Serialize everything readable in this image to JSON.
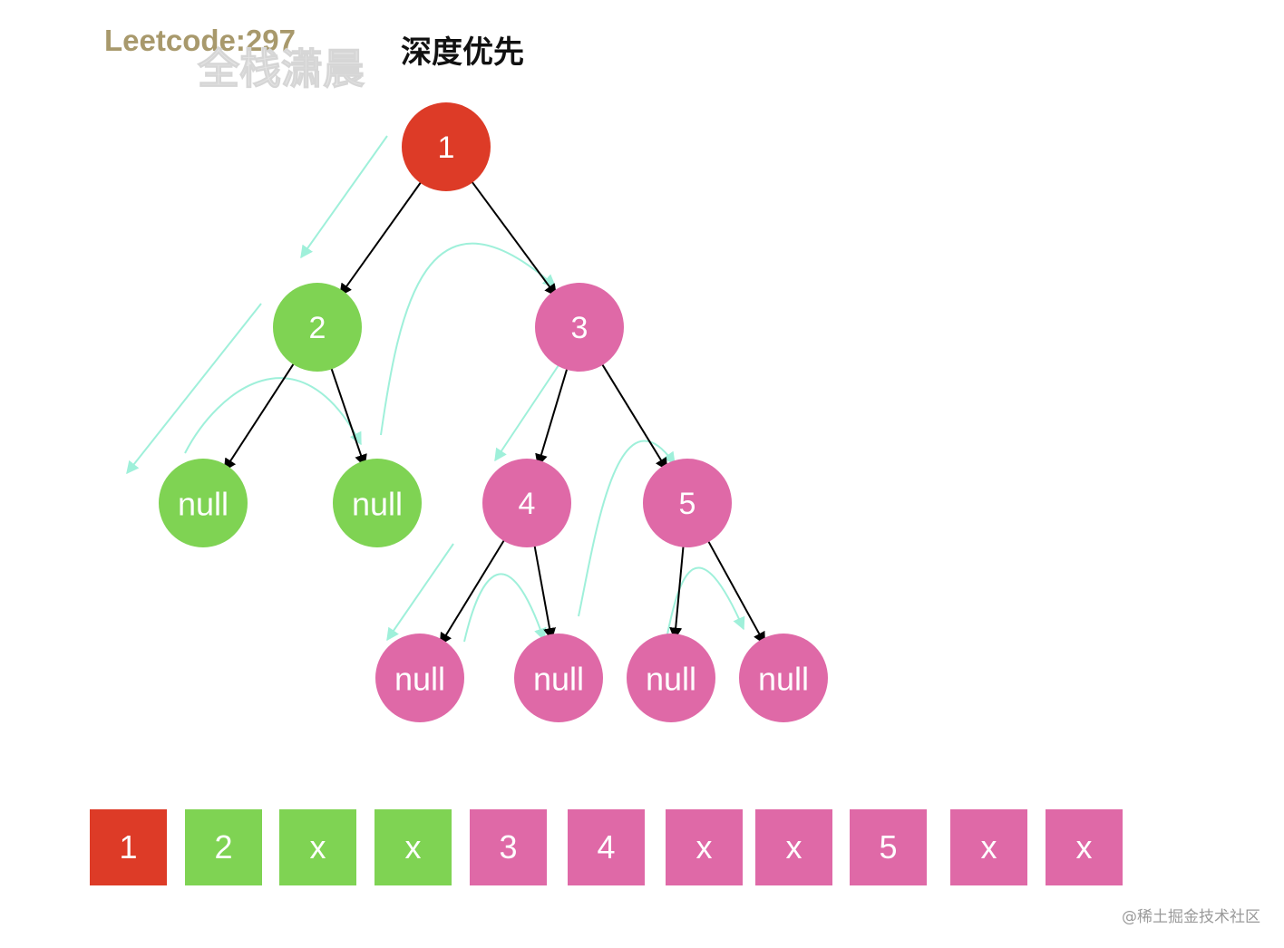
{
  "header": {
    "problem_title": "Leetcode:297",
    "watermark_name": "全栈潇晨",
    "diagram_title": "深度优先"
  },
  "colors": {
    "root": "#dd3b27",
    "left_subtree": "#7fd353",
    "right_subtree": "#df69a7",
    "traversal_arrow": "#9ff0da",
    "edge": "#000000"
  },
  "tree": {
    "nodes": [
      {
        "id": "n1",
        "label": "1",
        "group": "root"
      },
      {
        "id": "n2",
        "label": "2",
        "group": "left_subtree"
      },
      {
        "id": "n3",
        "label": "3",
        "group": "right_subtree"
      },
      {
        "id": "n2l",
        "label": "null",
        "group": "left_subtree"
      },
      {
        "id": "n2r",
        "label": "null",
        "group": "left_subtree"
      },
      {
        "id": "n4",
        "label": "4",
        "group": "right_subtree"
      },
      {
        "id": "n5",
        "label": "5",
        "group": "right_subtree"
      },
      {
        "id": "n4l",
        "label": "null",
        "group": "right_subtree"
      },
      {
        "id": "n4r",
        "label": "null",
        "group": "right_subtree"
      },
      {
        "id": "n5l",
        "label": "null",
        "group": "right_subtree"
      },
      {
        "id": "n5r",
        "label": "null",
        "group": "right_subtree"
      }
    ],
    "edges": [
      [
        "n1",
        "n2"
      ],
      [
        "n1",
        "n3"
      ],
      [
        "n2",
        "n2l"
      ],
      [
        "n2",
        "n2r"
      ],
      [
        "n3",
        "n4"
      ],
      [
        "n3",
        "n5"
      ],
      [
        "n4",
        "n4l"
      ],
      [
        "n4",
        "n4r"
      ],
      [
        "n5",
        "n5l"
      ],
      [
        "n5",
        "n5r"
      ]
    ]
  },
  "serialized": [
    {
      "value": "1",
      "group": "root"
    },
    {
      "value": "2",
      "group": "left_subtree"
    },
    {
      "value": "x",
      "group": "left_subtree"
    },
    {
      "value": "x",
      "group": "left_subtree"
    },
    {
      "value": "3",
      "group": "right_subtree"
    },
    {
      "value": "4",
      "group": "right_subtree"
    },
    {
      "value": "x",
      "group": "right_subtree"
    },
    {
      "value": "x",
      "group": "right_subtree"
    },
    {
      "value": "5",
      "group": "right_subtree"
    },
    {
      "value": "x",
      "group": "right_subtree"
    },
    {
      "value": "x",
      "group": "right_subtree"
    }
  ],
  "footer": {
    "watermark": "@稀土掘金技术社区"
  }
}
